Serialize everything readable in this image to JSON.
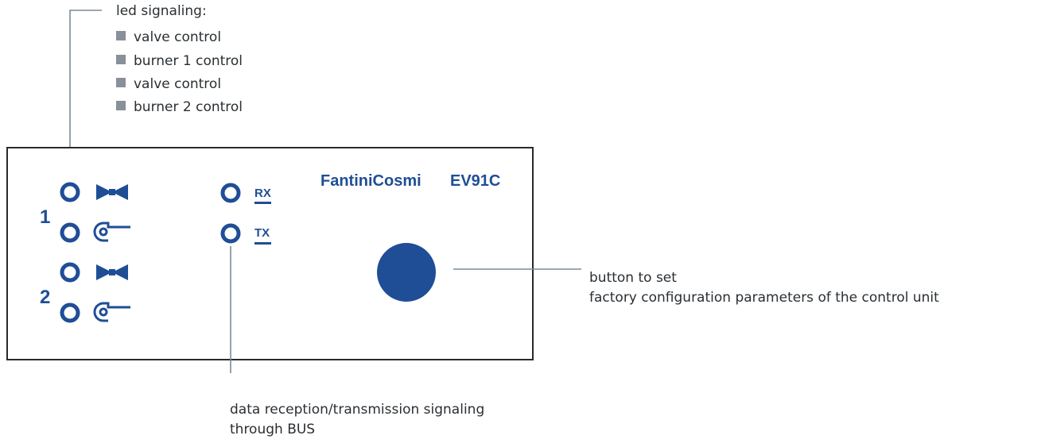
{
  "legend": {
    "title": "led signaling:",
    "items": [
      "valve control",
      "burner 1 control",
      "valve control",
      "burner 2 control"
    ]
  },
  "panel": {
    "brand": "FantiniCosmi",
    "model": "EV91C",
    "group1_label": "1",
    "group2_label": "2",
    "rx_label": "RX",
    "tx_label": "TX"
  },
  "callouts": {
    "button_line1": "button to  set",
    "button_line2": "factory configuration parameters of the control unit",
    "bus_line1": "data reception/transmission signaling",
    "bus_line2": "through BUS"
  },
  "colors": {
    "accent": "#1f4e96",
    "leader": "#7a8a99",
    "bullet": "#8a9099",
    "panel_border": "#2a2a2a"
  },
  "icons": {
    "valve": "valve-icon",
    "burner": "burner-icon",
    "bullet": "square-bullet-icon"
  }
}
